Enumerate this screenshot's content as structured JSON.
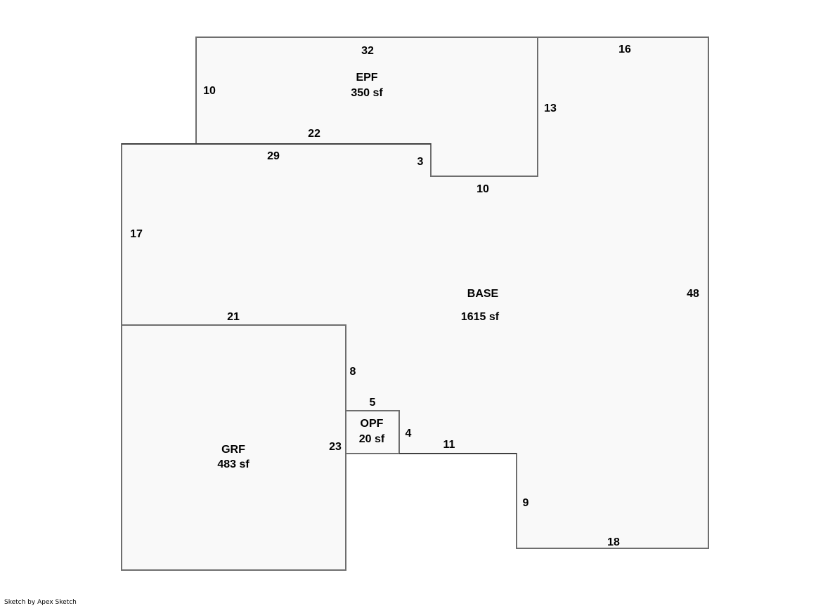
{
  "areas": {
    "base": {
      "code": "BASE",
      "area": "1615 sf"
    },
    "epf": {
      "code": "EPF",
      "area": "350 sf"
    },
    "grf": {
      "code": "GRF",
      "area": "483 sf"
    },
    "opf": {
      "code": "OPF",
      "area": "20 sf"
    }
  },
  "dimensions": {
    "epf_top": "32",
    "epf_left": "10",
    "epf_bottom": "22",
    "epf_right": "13",
    "epf_notch_bottom": "10",
    "top_right": "16",
    "base_top_left": "29",
    "notch_step": "3",
    "base_left": "17",
    "base_right": "48",
    "grf_top": "21",
    "grf_right_upper": "8",
    "grf_right": "23",
    "opf_top": "5",
    "opf_right": "4",
    "base_bottom_step": "11",
    "base_bottom_right_side": "9",
    "base_bottom": "18"
  },
  "footer": {
    "credit": "Sketch by Apex Sketch"
  }
}
